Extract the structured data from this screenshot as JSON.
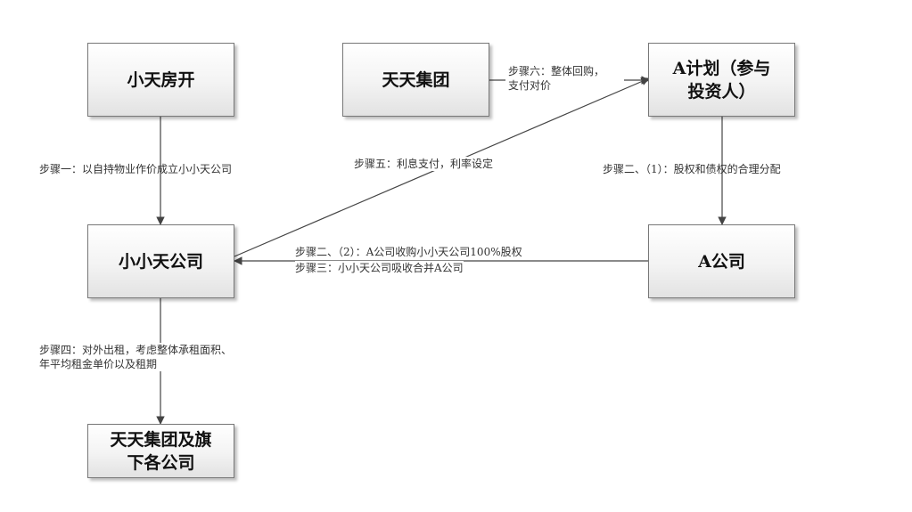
{
  "nodes": {
    "xiaotian_fangkai": "小天房开",
    "tiantian_group": "天天集团",
    "a_plan": "A计划（参与投资人）",
    "xiaoxiaotian_company": "小小天公司",
    "a_company": "A公司",
    "tiantian_subsidiaries": "天天集团及旗下各公司"
  },
  "edges": {
    "step1": "步骤一：以自持物业作价成立小小天公司",
    "step2_1": "步骤二、（1）：股权和债权的合理分配",
    "step2_2": "步骤二、（2）：A公司收购小小天公司100%股权",
    "step3": "步骤三：小小天公司吸收合并A公司",
    "step4_line1": "步骤四：对外出租，考虑整体承租面积、",
    "step4_line2": "年平均租金单价以及租期",
    "step5": "步骤五：利息支付，利率设定",
    "step6_line1": "步骤六：整体回购，",
    "step6_line2": "支付对价"
  },
  "colors": {
    "line": "#444444",
    "box_border": "#777777",
    "text": "#111111"
  }
}
